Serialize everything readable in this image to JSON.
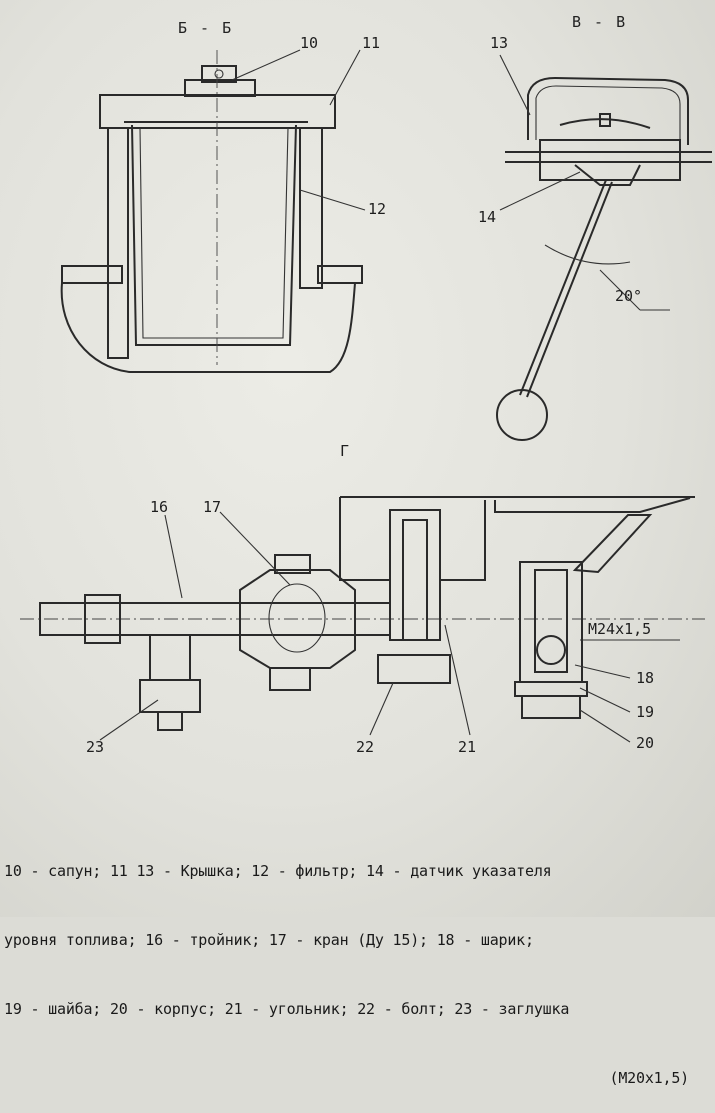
{
  "sections": {
    "bb": "Б - Б",
    "vv": "В - В",
    "g": "Г"
  },
  "callouts": {
    "c10": "10",
    "c11": "11",
    "c12": "12",
    "c13": "13",
    "c14": "14",
    "c16": "16",
    "c17": "17",
    "c18": "18",
    "c19": "19",
    "c20": "20",
    "c21": "21",
    "c22": "22",
    "c23": "23"
  },
  "dimensions": {
    "angle": "20°",
    "thread": "M24x1,5"
  },
  "caption": {
    "line1": "10 - сапун; 11 13 - Крышка; 12 - фильтр; 14 - датчик указателя",
    "line2": "уровня топлива; 16 - тройник; 17 - кран (Ду 15); 18 - шарик;",
    "line3": "19 - шайба; 20 - корпус; 21 - угольник; 22 - болт; 23 - заглушка",
    "line4": "(М20х1,5)"
  }
}
